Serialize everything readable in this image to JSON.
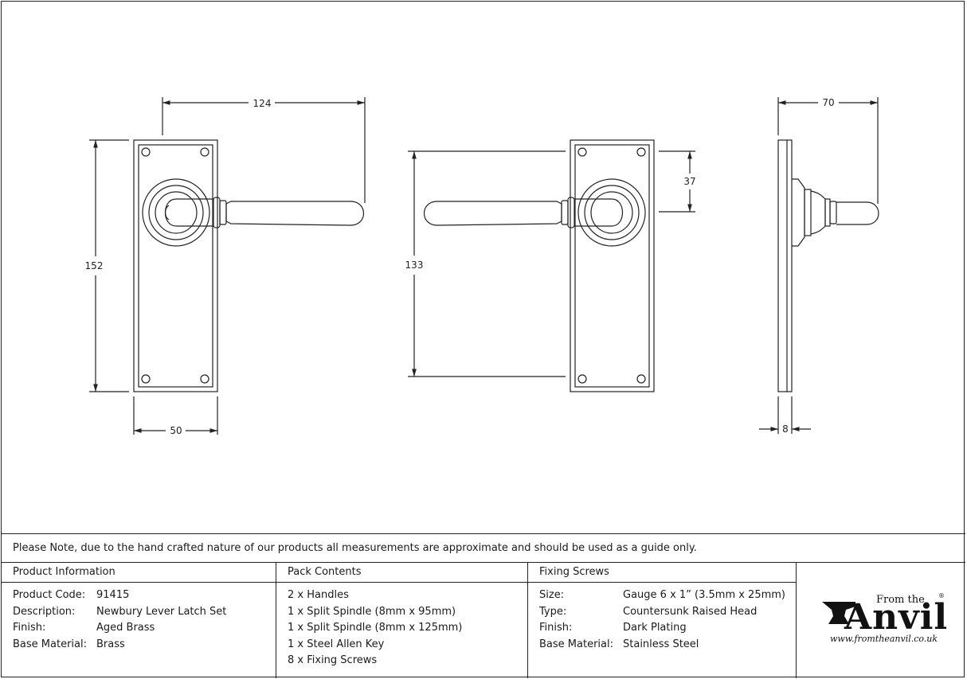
{
  "dimensions": {
    "front_width": "124",
    "front_height": "152",
    "plate_width": "50",
    "centres": "133",
    "rose_offset": "37",
    "projection": "70",
    "plate_thickness": "8"
  },
  "note": "Please Note, due to the hand crafted nature of our products all measurements are approximate and should be used as a guide only.",
  "product_info": {
    "heading": "Product Information",
    "rows": [
      {
        "label": "Product Code:",
        "value": "91415"
      },
      {
        "label": "Description:",
        "value": "Newbury Lever Latch Set"
      },
      {
        "label": "Finish:",
        "value": "Aged Brass"
      },
      {
        "label": "Base Material:",
        "value": "Brass"
      }
    ]
  },
  "pack_contents": {
    "heading": "Pack Contents",
    "items": [
      "2 x Handles",
      "1 x Split Spindle (8mm x 95mm)",
      "1 x Split Spindle (8mm x 125mm)",
      "1 x Steel Allen Key",
      "8 x Fixing Screws"
    ]
  },
  "fixing_screws": {
    "heading": "Fixing Screws",
    "rows": [
      {
        "label": "Size:",
        "value": "Gauge 6 x 1” (3.5mm x 25mm)"
      },
      {
        "label": "Type:",
        "value": "Countersunk Raised Head"
      },
      {
        "label": "Finish:",
        "value": "Dark Plating"
      },
      {
        "label": "Base Material:",
        "value": "Stainless Steel"
      }
    ]
  },
  "logo": {
    "from_the": "From the",
    "brand": "Anvil",
    "url": "www.fromtheanvil.co.uk",
    "registered": "®"
  }
}
